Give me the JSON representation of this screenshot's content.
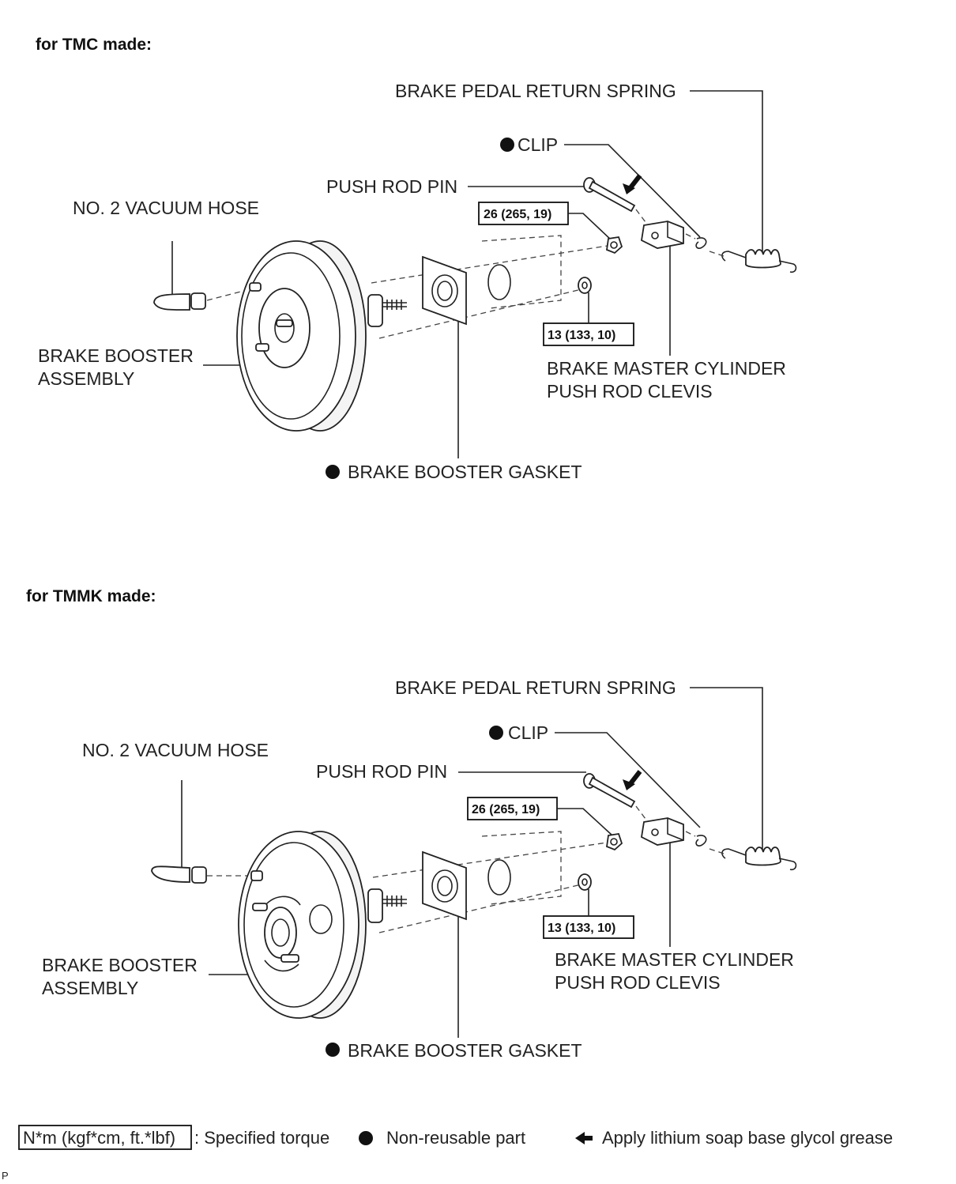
{
  "diagrams": [
    {
      "heading": "for TMC made:",
      "labels": {
        "return_spring": "BRAKE PEDAL RETURN SPRING",
        "clip": "CLIP",
        "push_rod_pin": "PUSH ROD PIN",
        "vacuum_hose": "NO. 2 VACUUM HOSE",
        "booster_line1": "BRAKE BOOSTER",
        "booster_line2": "ASSEMBLY",
        "clevis_line1": "BRAKE MASTER CYLINDER",
        "clevis_line2": "PUSH ROD CLEVIS",
        "gasket": "BRAKE BOOSTER GASKET"
      },
      "torques": {
        "nut_large": "26 (265, 19)",
        "nut_small": "13 (133, 10)"
      }
    },
    {
      "heading": "for TMMK made:",
      "labels": {
        "return_spring": "BRAKE PEDAL RETURN SPRING",
        "clip": "CLIP",
        "push_rod_pin": "PUSH ROD PIN",
        "vacuum_hose": "NO. 2 VACUUM HOSE",
        "booster_line1": "BRAKE BOOSTER",
        "booster_line2": "ASSEMBLY",
        "clevis_line1": "BRAKE MASTER CYLINDER",
        "clevis_line2": "PUSH ROD CLEVIS",
        "gasket": "BRAKE BOOSTER GASKET"
      },
      "torques": {
        "nut_large": "26 (265, 19)",
        "nut_small": "13 (133, 10)"
      }
    }
  ],
  "legend": {
    "torque_box": "N*m (kgf*cm, ft.*lbf)",
    "torque_desc": ": Specified torque",
    "nonreusable": "Non-reusable part",
    "grease": "Apply lithium soap base glycol grease"
  },
  "figure_code": "P"
}
